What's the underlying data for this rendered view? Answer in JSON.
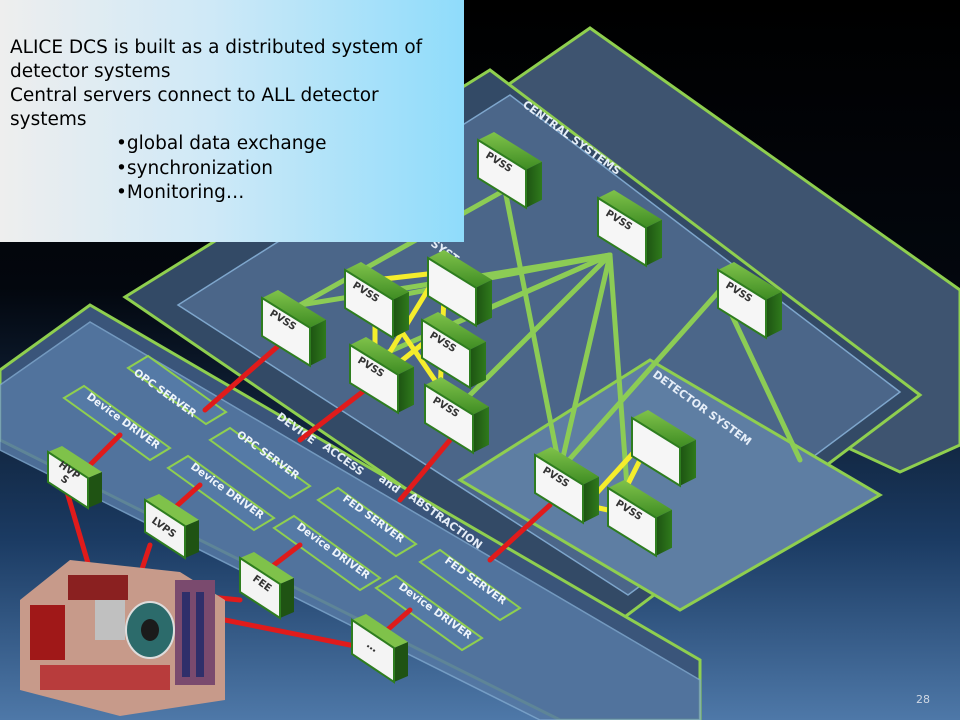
{
  "callout": {
    "line1": "ALICE DCS is built as a distributed system of detector systems",
    "line2": "Central servers connect to ALL detector systems",
    "bullets": [
      "global data exchange",
      "synchronization",
      "Monitoring…"
    ]
  },
  "layers": {
    "central": "CENTRAL SYSTEMS",
    "detector_system_partial": "SYST…",
    "detector": "DETECTOR SYSTEM",
    "device_access_1": "DEVICE",
    "device_access_2": "ACCESS",
    "device_access_3": "and",
    "device_access_4": "ABSTRACTION"
  },
  "nodes": {
    "pvss": "PVSS",
    "hvps_1": "HVP",
    "hvps_2": "S",
    "lvps": "LVPS",
    "fee": "FEE",
    "other": "…"
  },
  "device_layer": {
    "opc_server": "OPC SERVER",
    "device_driver": "Device DRIVER",
    "fed_server": "FED SERVER"
  },
  "page_number": "28",
  "colors": {
    "layer_fill": "#4a6585",
    "layer_edge": "#8fcf4f",
    "pvss_box": "#2e7d1f",
    "link_green": "#8ccc55",
    "link_yellow": "#f5ed2c",
    "link_red": "#e01b1b"
  }
}
